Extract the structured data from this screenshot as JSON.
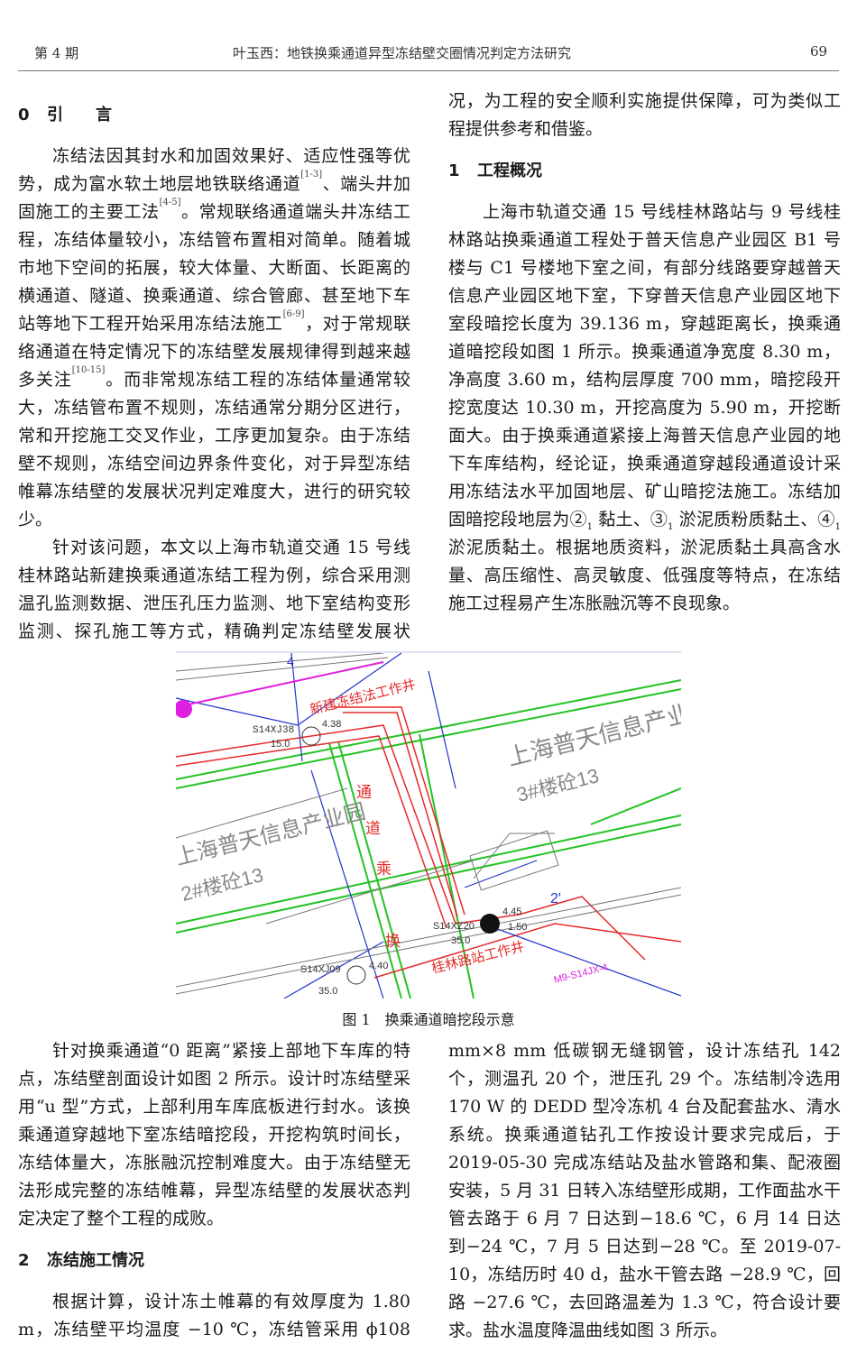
{
  "header": {
    "issue": "第 4 期",
    "title": "叶玉西：地铁换乘通道异型冻结壁交圈情况判定方法研究",
    "page": "69"
  },
  "sections": {
    "s0": {
      "num": "0",
      "title": "引　　言",
      "p1": [
        "冻结法因其封水和加固效果好、适应性强等优势，成为富水软土地层地铁联络通道",
        "[1-3]",
        "、端头井加固施工的主要工法",
        "[4-5]",
        "。常规联络通道端头井冻结工程，冻结体量较小，冻结管布置相对简单。随着城市地下空间的拓展，较大体量、大断面、长距离的横通道、隧道、换乘通道、综合管廊、甚至地下车站等地下工程开始采用冻结法施工",
        "[6-9]",
        "，对于常规联络通道在特定情况下的冻结壁发展规律得到越来越多关注",
        "[10-15]",
        "。而非常规冻结工程的冻结体量通常较大，冻结管布置不规则，冻结通常分期分区进行，常和开挖施工交叉作业，工序更加复杂。由于冻结壁不规则，冻结空间边界条件变化，对于异型冻结帷幕冻结壁的发展状况判定难度大，进行的研究较少。"
      ],
      "p2a": "针对该问题，本文以上海市轨道交通 15 号线桂林路站新建换乘通道冻结工程为例，综合采用测温孔监测数据、泄压孔压力监测、地下室结构变形监测、探孔施工等方式，精确判定冻结壁发展状",
      "p2b": "况，为工程的安全顺利实施提供保障，可为类似工程提供参考和借鉴。"
    },
    "s1": {
      "num": "1",
      "title": "工程概况",
      "p1": [
        "上海市轨道交通 15 号线桂林路站与 9 号线桂林路站换乘通道工程处于普天信息产业园区 B1 号楼与 C1 号楼地下室之间，有部分线路要穿越普天信息产业园区地下室，下穿普天信息产业园区地下室段暗挖长度为 39.136 m，穿越距离长，换乘通道暗挖段如图 1 所示。换乘通道净宽度 8.30 m，净高度 3.60 m，结构层厚度 700 mm，暗挖段开挖宽度达 10.30 m，开挖高度为 5.90 m，开挖断面大。由于换乘通道紧接上海普天信息产业园的地下车库结构，经论证，换乘通道穿越段通道设计采用冻结法水平加固地层、矿山暗挖法施工。冻结加固暗挖段地层为②",
        "1",
        " 黏土、③",
        "1",
        " 淤泥质粉质黏土、④",
        "1",
        " 淤泥质黏土。根据地质资料，淤泥质黏土具高含水量、高压缩性、高灵敏度、低强度等特点，在冻结施工过程易产生冻胀融沉等不良现象。"
      ],
      "p2": "针对换乘通道“0 距离”紧接上部地下车库的特点，冻结壁剖面设计如图 2 所示。设计时冻结壁采用“u 型”方式，上部利用车库底板进行封水。该换乘通道穿越地下室冻结暗挖段，开挖构筑时间长，冻结体量大，冻胀融沉控制难度大。由于冻结壁无法形成完整的冻结帷幕，异型冻结壁的发展状态判定决定了整个工程的成败。"
    },
    "s2": {
      "num": "2",
      "title": "冻结施工情况",
      "p1a": "根据计算，设计冻土帷幕的有效厚度为 1.80 m，冻结壁平均温度 −10 ℃，冻结管采用 ϕ108",
      "p1b": "mm×8 mm 低碳钢无缝钢管，设计冻结孔 142 个，测温孔 20 个，泄压孔 29 个。冻结制冷选用 170 W 的 DEDD 型冷冻机 4 台及配套盐水、清水系统。换乘通道钻孔工作按设计要求完成后，于 2019-05-30 完成冻结站及盐水管路和集、配液圈安装，5 月 31 日转入冻结壁形成期，工作面盐水干管去路于 6 月 7 日达到−18.6 ℃，6 月 14 日达到−24 ℃，7 月 5 日达到−28 ℃。至 2019-07-10，冻结历时 40 d，盐水干管去路 −28.9 ℃，回路 −27.6 ℃，去回路温差为 1.3 ℃，符合设计要求。盐水温度降温曲线如图 3 所示。"
    }
  },
  "figure1": {
    "caption": "图 1　换乘通道暗挖段示意",
    "labels": {
      "well_new": "新建冻结法工作井",
      "pt1": "S14XJ38",
      "pt1_a": "4.38",
      "pt1_b": "15.0",
      "park3": "上海普天信息产业园",
      "bldg3": "3#楼砼13",
      "park2": "上海普天信息产业园",
      "bldg2": "2#楼砼13",
      "ch1": "通",
      "ch2": "道",
      "ch3": "乘",
      "ch4": "换",
      "pt2": "S14XZ20",
      "pt2_a": "4.45",
      "pt2_b": "1.50",
      "pt2_c": "35.0",
      "axis4": "4",
      "axis2": "2'",
      "well_gl": "桂林路站工作井",
      "pt3": "S14XJ09",
      "pt3_a": "4.40",
      "pt3_b": "35.0",
      "pt4": "M9-S14JX-4"
    },
    "colors": {
      "green": "#22c322",
      "red": "#e52a2a",
      "blue": "#2233cc",
      "magenta": "#e020e0",
      "gray": "#777777"
    }
  }
}
